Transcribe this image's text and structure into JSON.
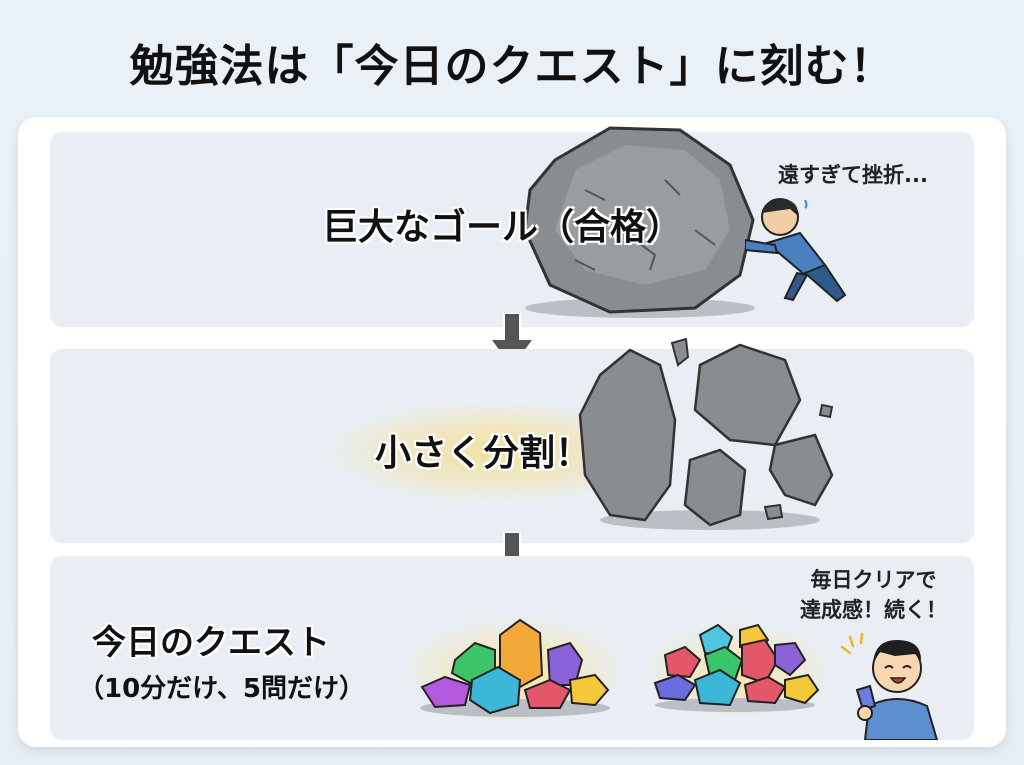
{
  "title": "勉強法は「今日のクエスト」に刻む！",
  "steps": [
    {
      "label": "巨大なゴール（合格）",
      "speech": "遠すぎて挫折...",
      "illustration": "giant-boulder-pushed-by-person"
    },
    {
      "label": "小さく分割！",
      "illustration": "boulder-broken-into-pieces"
    },
    {
      "label": "今日のクエスト",
      "sublabel": "（10分だけ、5問だけ）",
      "speech_line1": "毎日クリアで",
      "speech_line2": "達成感！続く！",
      "illustration": "gem-piles-and-happy-person"
    }
  ],
  "colors": {
    "background": "#e8eff5",
    "card": "#ffffff",
    "panel": "#e8eef3",
    "arrow": "#555555",
    "rock": "#8a8d90",
    "shirt": "#4a7fc0",
    "glow": "#ffd65a"
  }
}
